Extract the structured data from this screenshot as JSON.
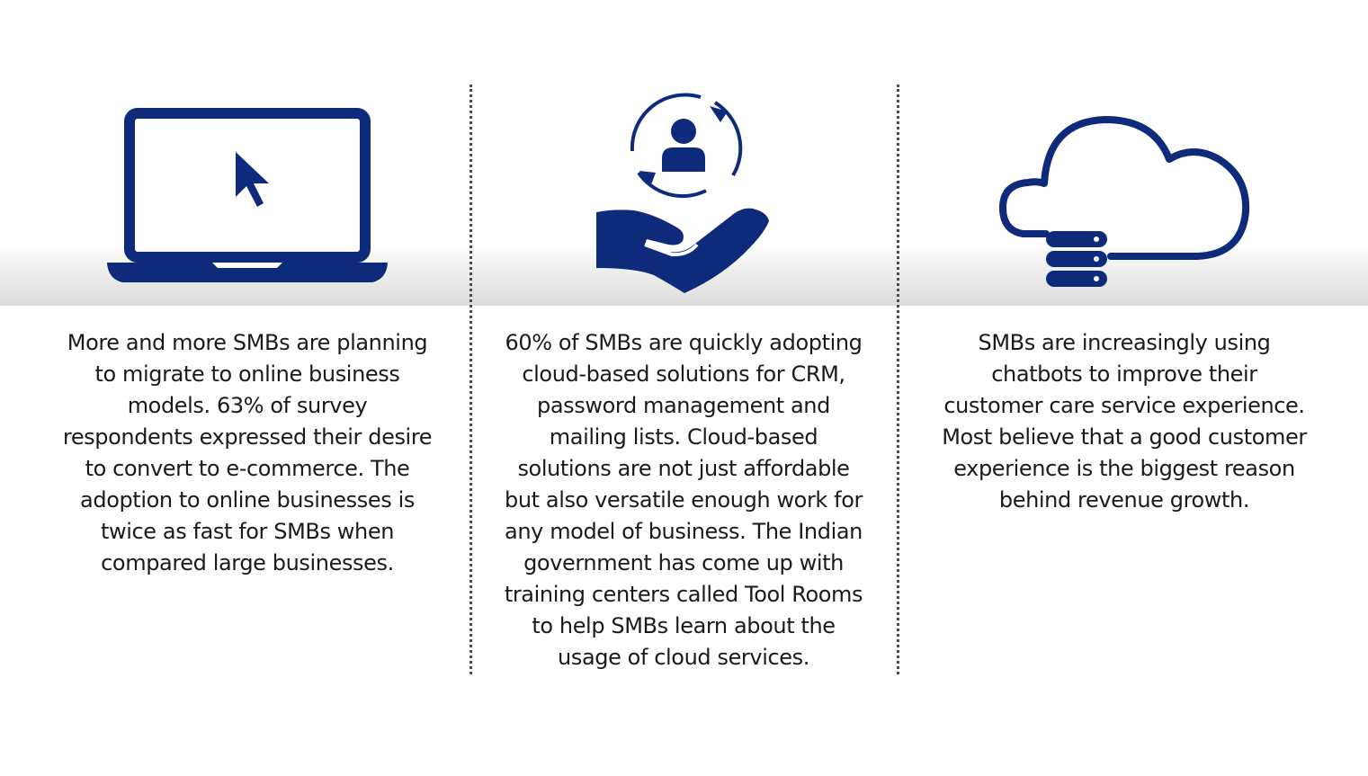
{
  "colors": {
    "icon": "#0d2b7a",
    "divider": "#4a4a4a",
    "text": "#1a1a1a",
    "band_top": "#ffffff",
    "band_bottom": "#dcdcdc"
  },
  "columns": [
    {
      "icon": "laptop-cursor-icon",
      "text": "More and more SMBs are planning\nto migrate to online business\nmodels. 63% of survey\nrespondents expressed their desire\nto convert to e-commerce. The\nadoption to online businesses is\ntwice as fast for SMBs when\ncompared large businesses."
    },
    {
      "icon": "hand-user-cycle-icon",
      "text": "60% of SMBs are quickly adopting\ncloud-based solutions for CRM,\npassword management and\nmailing lists. Cloud-based\nsolutions are not just affordable\nbut also versatile enough work for\nany model of business. The Indian\ngovernment has come up with\ntraining centers called Tool Rooms\nto help SMBs learn about the\nusage of cloud services."
    },
    {
      "icon": "cloud-server-icon",
      "text": "SMBs are increasingly using\nchatbots to improve their\ncustomer care service experience.\nMost believe that a good customer\nexperience is the biggest reason\nbehind revenue growth."
    }
  ]
}
